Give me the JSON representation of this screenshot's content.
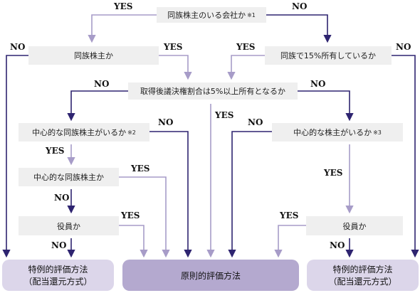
{
  "questions": {
    "q1": {
      "text": "同族株主のいる会社か",
      "note": "※1"
    },
    "q2": {
      "text": "同族株主か",
      "note": ""
    },
    "q3": {
      "text": "同族で15%所有しているか",
      "note": ""
    },
    "q4": {
      "text": "取得後議決権割合は5%以上所有となるか",
      "note": ""
    },
    "q5": {
      "text": "中心的な同族株主がいるか",
      "note": "※2"
    },
    "q6": {
      "text": "中心的な株主がいるか",
      "note": "※3"
    },
    "q7": {
      "text": "中心的な同族株主か",
      "note": ""
    },
    "q8": {
      "text": "役員か",
      "note": ""
    },
    "q9": {
      "text": "役員か",
      "note": ""
    }
  },
  "results": {
    "left": {
      "line1": "特例的評価方法",
      "line2": "（配当還元方式）"
    },
    "center": {
      "line1": "原則的評価方法"
    },
    "right": {
      "line1": "特例的評価方法",
      "line2": "（配当還元方式）"
    }
  },
  "labels": {
    "yes": "YES",
    "no": "NO"
  },
  "colors": {
    "light_arrow": "#a79cc8",
    "dark_arrow": "#2e2470",
    "box": "#efefef",
    "result_light": "#dcd6ea",
    "result_dark": "#b4a9cf"
  }
}
